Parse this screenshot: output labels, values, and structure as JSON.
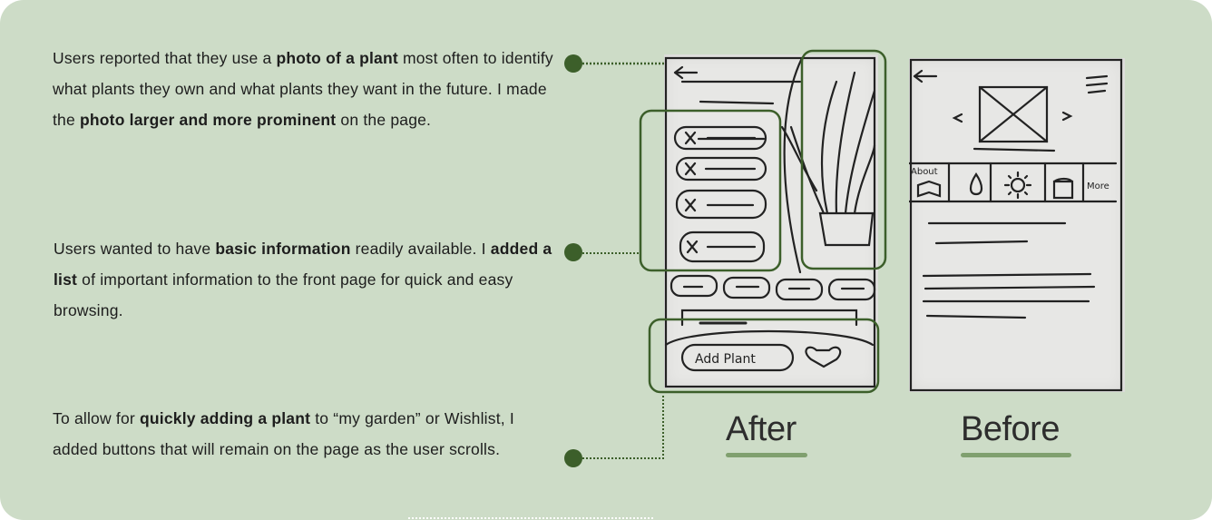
{
  "notes": {
    "photo": {
      "t1": "Users reported that they use a ",
      "b1": "photo of a plant",
      "t2": " most often to identify what plants they own and what plants they want in the future. I made the ",
      "b2": "photo larger and more prominent",
      "t3": " on the page."
    },
    "list": {
      "t1": "Users wanted to have ",
      "b1": "basic information",
      "t2": " readily available. I ",
      "b2": "added a list",
      "t3": " of important information to the front page for quick and easy browsing."
    },
    "buttons": {
      "t1": "To allow for ",
      "b1": "quickly adding a plant",
      "t2": " to “my garden” or Wishlist, I added buttons that will remain on the page as the user scrolls."
    }
  },
  "sketches": {
    "after": {
      "label": "After",
      "add_button_text": "Add Plant"
    },
    "before": {
      "label": "Before",
      "tab_about": "About",
      "tab_more": "More"
    }
  },
  "colors": {
    "background": "#cddcc7",
    "accent_dark": "#3c5f2a",
    "underline": "#80a06f"
  }
}
